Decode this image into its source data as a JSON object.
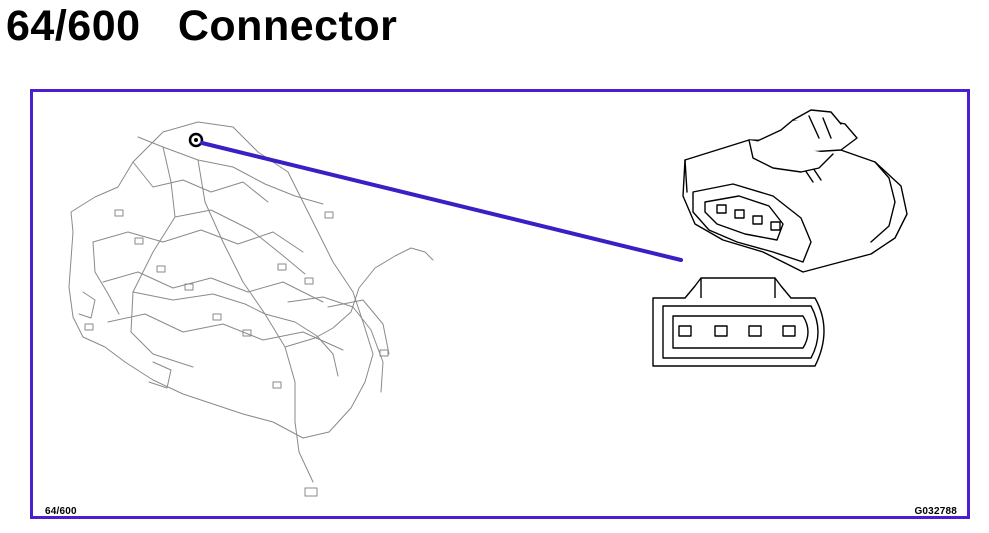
{
  "header": {
    "title": "64/600   Connector"
  },
  "figure": {
    "code_left": "64/600",
    "code_right": "G032788",
    "colors": {
      "frame": "#4b1fd1",
      "leader": "#3a1fc4",
      "linework": "#8a8a8a"
    }
  }
}
